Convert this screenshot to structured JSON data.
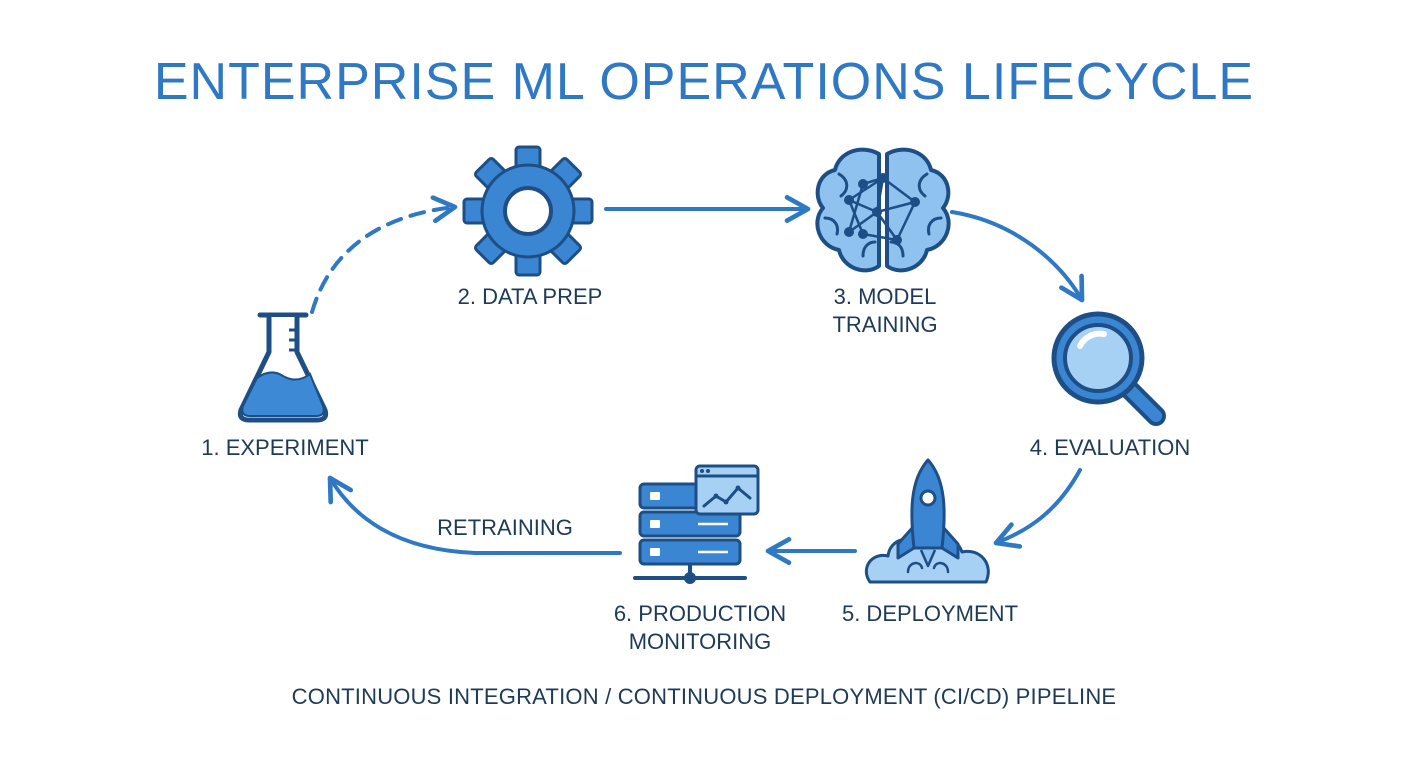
{
  "title": "ENTERPRISE ML OPERATIONS LIFECYCLE",
  "stages": [
    {
      "id": "experiment",
      "line1": "1. EXPERIMENT",
      "line2": "",
      "icon": "flask-icon"
    },
    {
      "id": "data-prep",
      "line1": "2. DATA PREP",
      "line2": "",
      "icon": "gear-icon"
    },
    {
      "id": "model-training",
      "line1": "3. MODEL",
      "line2": "TRAINING",
      "icon": "brain-network-icon"
    },
    {
      "id": "evaluation",
      "line1": "4. EVALUATION",
      "line2": "",
      "icon": "magnifier-icon"
    },
    {
      "id": "deployment",
      "line1": "5. DEPLOYMENT",
      "line2": "",
      "icon": "rocket-icon"
    },
    {
      "id": "production-monitoring",
      "line1": "6. PRODUCTION",
      "line2": "MONITORING",
      "icon": "server-monitor-icon"
    }
  ],
  "edges": [
    {
      "from": "experiment",
      "to": "data-prep",
      "style": "dashed"
    },
    {
      "from": "data-prep",
      "to": "model-training",
      "style": "solid"
    },
    {
      "from": "model-training",
      "to": "evaluation",
      "style": "solid"
    },
    {
      "from": "evaluation",
      "to": "deployment",
      "style": "solid"
    },
    {
      "from": "deployment",
      "to": "production-monitoring",
      "style": "solid"
    },
    {
      "from": "production-monitoring",
      "to": "experiment",
      "style": "solid",
      "label": "RETRAINING"
    }
  ],
  "footer": "CONTINUOUS INTEGRATION / CONTINUOUS DEPLOYMENT (CI/CD) PIPELINE",
  "colors": {
    "primary": "#2f78c4",
    "dark": "#1d4f86",
    "light": "#8ec1ee",
    "text": "#1d3a57"
  }
}
